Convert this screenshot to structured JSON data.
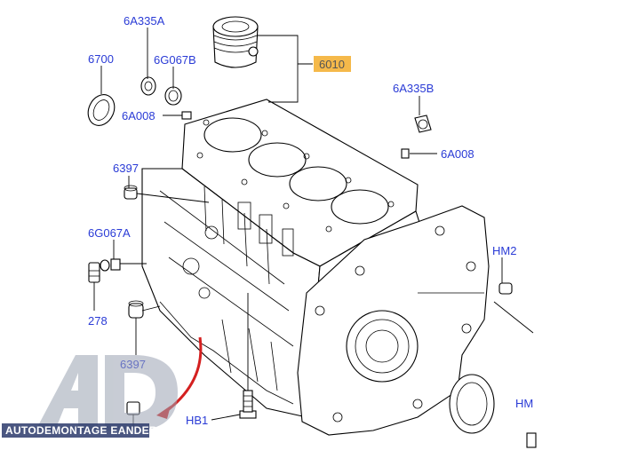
{
  "callouts": {
    "c6a335a": "6A335A",
    "c6700": "6700",
    "c6g067b": "6G067B",
    "c6010": "6010",
    "c6a335b": "6A335B",
    "c6a008_left": "6A008",
    "c6a008_right": "6A008",
    "c6397_top": "6397",
    "c6g067a": "6G067A",
    "chm2": "HM2",
    "c278": "278",
    "c6397_bottom": "6397",
    "chb1": "HB1",
    "chm_right": "HM"
  },
  "highlight_color": "#f5b94a",
  "arrow_color": "#d42020",
  "callout_color": "#2a3bd6",
  "watermark": {
    "logo_text": "AD",
    "caption": "AUTODEMONTAGE EANDER"
  }
}
